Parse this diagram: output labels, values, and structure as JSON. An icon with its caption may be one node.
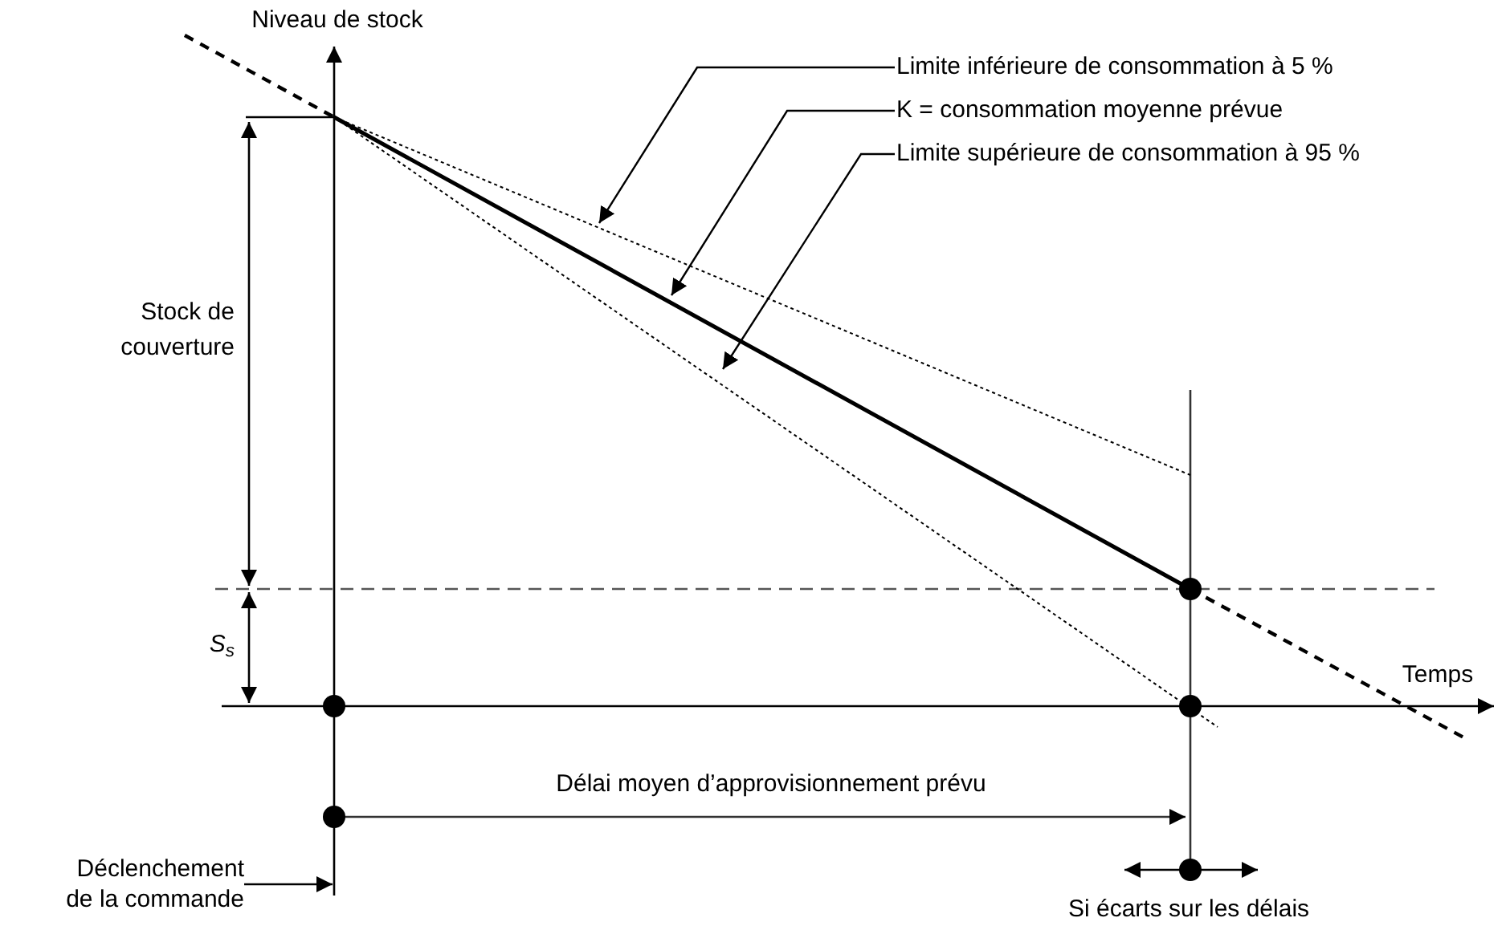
{
  "diagram": {
    "nodes": [
      {
        "text": [
          "Limite inférieure de consommation à 5 %"
        ]
      },
      {
        "text": [
          "K = consommation moyenne prévue"
        ]
      },
      {
        "text": [
          "Limite supérieure de consommation à 95 %"
        ]
      },
      {
        "text": [
          "Déclenchement de la commande"
        ]
      }
    ],
    "edges": [
      {
        "from": 0,
        "to": null,
        "arrow": "to"
      },
      {
        "from": 1,
        "to": null,
        "arrow": "to"
      },
      {
        "from": 2,
        "to": null,
        "arrow": "to"
      },
      {
        "from": 3,
        "to": null,
        "arrow": "to"
      }
    ],
    "labels": [
      "Niveau de stock",
      "Temps",
      "Stock de couverture",
      "S$_{s}$",
      "Délai moyen d’approvisionnement prévu",
      "Si écarts sur les délais"
    ]
  }
}
